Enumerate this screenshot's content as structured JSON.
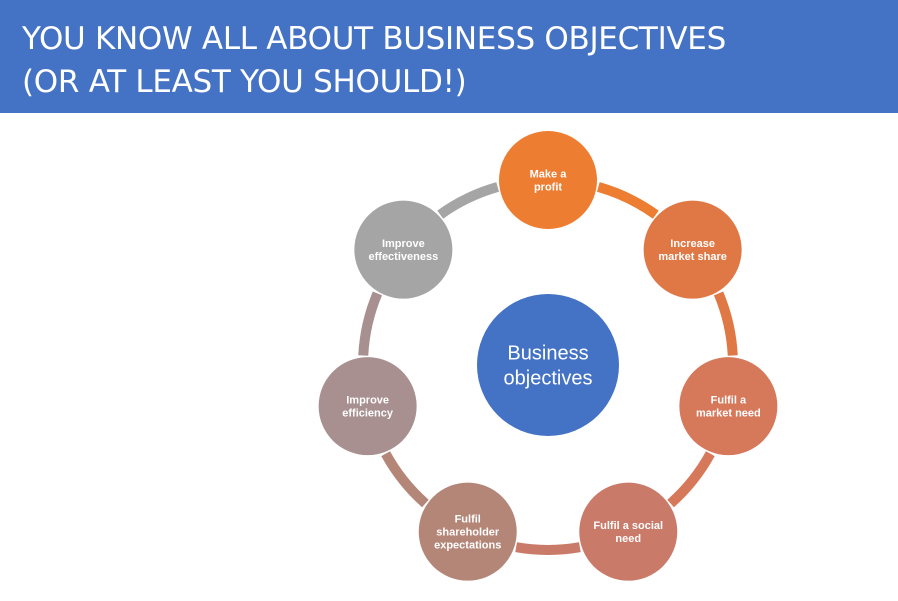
{
  "slide": {
    "title_line1": "YOU KNOW ALL ABOUT BUSINESS OBJECTIVES",
    "title_line2": "(OR AT LEAST YOU SHOULD!)"
  },
  "diagram": {
    "center": {
      "lines": [
        "Business",
        "objectives"
      ],
      "color": "#4472c4"
    },
    "nodes": [
      {
        "id": "make-profit",
        "lines": [
          "Make a",
          "profit"
        ],
        "color": "#ed7d31"
      },
      {
        "id": "increase-market-share",
        "lines": [
          "Increase",
          "market share"
        ],
        "color": "#e07845"
      },
      {
        "id": "fulfil-market-need",
        "lines": [
          "Fulfil a",
          "market need"
        ],
        "color": "#d6785a"
      },
      {
        "id": "fulfil-social-need",
        "lines": [
          "Fulfil a social",
          "need"
        ],
        "color": "#c97a68"
      },
      {
        "id": "fulfil-shareholder-expectations",
        "lines": [
          "Fulfil",
          "shareholder",
          "expectations"
        ],
        "color": "#b48678"
      },
      {
        "id": "improve-efficiency",
        "lines": [
          "Improve",
          "efficiency"
        ],
        "color": "#a89090"
      },
      {
        "id": "improve-effectiveness",
        "lines": [
          "Improve",
          "effectiveness"
        ],
        "color": "#a5a5a5"
      }
    ],
    "arc_colors": [
      "#ed7d31",
      "#e07845",
      "#d6785a",
      "#c97a68",
      "#b48678",
      "#a89090",
      "#a5a5a5"
    ]
  }
}
